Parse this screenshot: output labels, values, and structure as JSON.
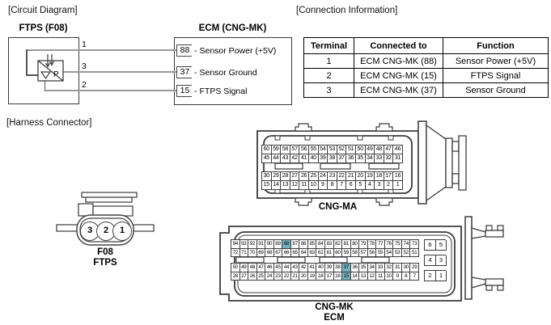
{
  "sections": {
    "circuit_diagram_label": "[Circuit Diagram]",
    "connection_info_label": "[Connection Information]",
    "harness_connector_label": "[Harness Connector]"
  },
  "circuit": {
    "ftps_title": "FTPS (F08)",
    "ecm_title": "ECM (CNG-MK)",
    "sensor_letter": "P",
    "pin_separator": "-",
    "wires": [
      {
        "ftps_pin": "1",
        "ecm_pin": "88",
        "function": "Sensor Power (+5V)"
      },
      {
        "ftps_pin": "3",
        "ecm_pin": "37",
        "function": "Sensor Ground"
      },
      {
        "ftps_pin": "2",
        "ecm_pin": "15",
        "function": "FTPS Signal"
      }
    ]
  },
  "table": {
    "headers": [
      "Terminal",
      "Connected to",
      "Function"
    ],
    "rows": [
      [
        "1",
        "ECM CNG-MK (88)",
        "Sensor Power (+5V)"
      ],
      [
        "2",
        "ECM CNG-MK (15)",
        "FTPS Signal"
      ],
      [
        "3",
        "ECM CNG-MK (37)",
        "Sensor Ground"
      ]
    ]
  },
  "connectors": {
    "f08": {
      "name": "F08",
      "type": "FTPS",
      "pins": [
        "3",
        "2",
        "1"
      ]
    },
    "cng_ma": {
      "name": "CNG-MA",
      "top_rows": [
        [
          60,
          59,
          58,
          57,
          56,
          55,
          54,
          53,
          52,
          51,
          50,
          49,
          48,
          47,
          46
        ],
        [
          45,
          44,
          43,
          42,
          41,
          40,
          39,
          38,
          37,
          36,
          35,
          34,
          33,
          32,
          31
        ]
      ],
      "bottom_rows": [
        [
          30,
          29,
          28,
          27,
          26,
          25,
          24,
          23,
          22,
          21,
          20,
          19,
          18,
          17,
          16
        ],
        [
          15,
          14,
          13,
          12,
          11,
          10,
          9,
          8,
          7,
          6,
          5,
          4,
          3,
          2,
          1
        ]
      ],
      "highlighted": []
    },
    "cng_mk": {
      "name": "CNG-MK",
      "subtitle": "ECM",
      "top_rows": [
        [
          94,
          93,
          92,
          91,
          90,
          89,
          88,
          87,
          86,
          85,
          84,
          83,
          82,
          81,
          80,
          79,
          78,
          77,
          76,
          75,
          74,
          73
        ],
        [
          72,
          71,
          70,
          69,
          68,
          67,
          66,
          65,
          64,
          63,
          62,
          61,
          60,
          59,
          58,
          57,
          56,
          55,
          54,
          53,
          52,
          51
        ]
      ],
      "bottom_rows": [
        [
          50,
          49,
          48,
          47,
          46,
          45,
          44,
          43,
          42,
          41,
          40,
          39,
          38,
          37,
          36,
          35,
          34,
          33,
          32,
          31,
          30,
          29
        ],
        [
          28,
          27,
          26,
          25,
          24,
          23,
          22,
          21,
          20,
          19,
          18,
          17,
          16,
          15,
          14,
          13,
          12,
          11,
          10,
          9,
          8,
          7
        ]
      ],
      "side_rows": [
        [
          6,
          5
        ],
        [
          4,
          3
        ],
        [
          2,
          1
        ]
      ],
      "highlighted": [
        88,
        37,
        15
      ]
    }
  },
  "colors": {
    "highlight": "#74b1bf",
    "wire": "#9a9a9a",
    "line": "#3b3b3b"
  }
}
